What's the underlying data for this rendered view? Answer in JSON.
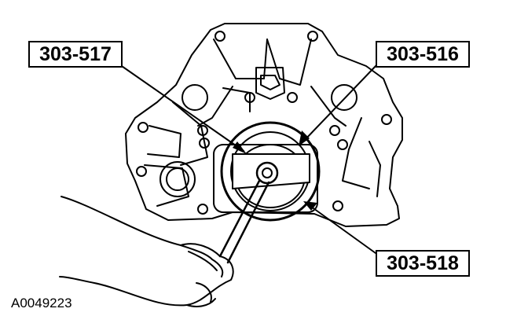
{
  "callouts": {
    "tool_517": "303-517",
    "tool_516": "303-516",
    "tool_518": "303-518"
  },
  "figure_id": "A0049223"
}
